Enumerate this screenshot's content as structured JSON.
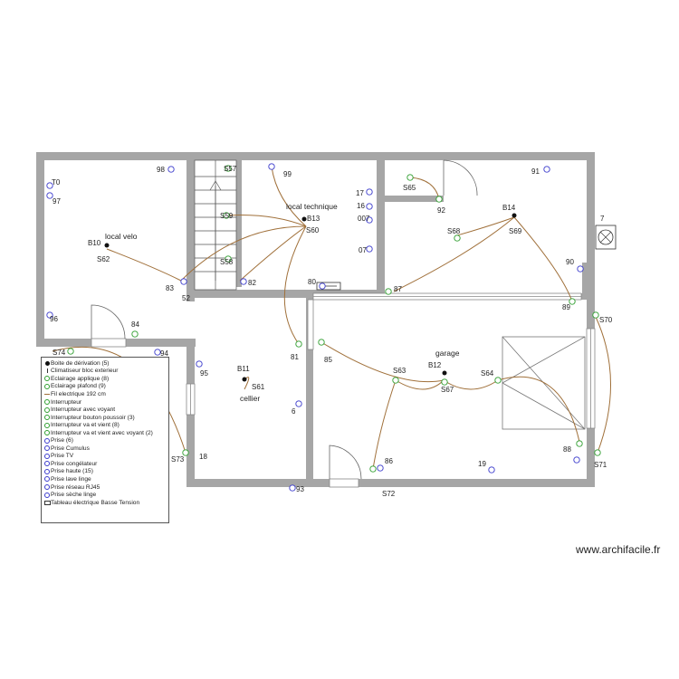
{
  "rooms": {
    "local_velo": "local velo",
    "local_technique": "local technique",
    "cellier": "cellier",
    "garage": "garage"
  },
  "labels": [
    "T0",
    "97",
    "98",
    "S57",
    "99",
    "17",
    "16",
    "007",
    "07",
    "S65",
    "92",
    "91",
    "B14",
    "S69",
    "S68",
    "7",
    "90",
    "B10",
    "S62",
    "83",
    "52",
    "84",
    "96",
    "S74",
    "94",
    "95",
    "B11",
    "S61",
    "6",
    "S59",
    "S58",
    "82",
    "80",
    "B13",
    "S60",
    "87",
    "89",
    "S70",
    "81",
    "85",
    "S63",
    "B12",
    "S67",
    "S64",
    "18",
    "S73",
    "93",
    "86",
    "S72",
    "19",
    "88",
    "S71"
  ],
  "legend": [
    {
      "icon": "boite",
      "text": "Boite de dérivation (5)"
    },
    {
      "icon": "clim",
      "text": "Climatiseur bloc exterieur"
    },
    {
      "icon": "applique",
      "text": "Eclairage applique (8)"
    },
    {
      "icon": "plafond",
      "text": "Eclairage plafond (9)"
    },
    {
      "icon": "fil",
      "text": "Fil electrique 192 cm"
    },
    {
      "icon": "inter",
      "text": "Interrupteur"
    },
    {
      "icon": "inter",
      "text": "Interrupteur avec voyant"
    },
    {
      "icon": "inter",
      "text": "Interrupteur bouton poussoir (3)"
    },
    {
      "icon": "inter",
      "text": "Interrupteur va et vient (8)"
    },
    {
      "icon": "inter",
      "text": "Interrupteur va et vient avec voyant (2)"
    },
    {
      "icon": "prise",
      "text": "Prise (6)"
    },
    {
      "icon": "prise",
      "text": "Prise Cumulus"
    },
    {
      "icon": "prise",
      "text": "Prise TV"
    },
    {
      "icon": "prise",
      "text": "Prise congélateur"
    },
    {
      "icon": "prise",
      "text": "Prise haute (15)"
    },
    {
      "icon": "prise",
      "text": "Prise lave linge"
    },
    {
      "icon": "prise",
      "text": "Prise réseau RJ45"
    },
    {
      "icon": "prise",
      "text": "Prise sèche linge"
    },
    {
      "icon": "tableau",
      "text": "Tableau électrique Basse Tension"
    }
  ],
  "site": "www.archifacile.fr",
  "colors": {
    "wall": "#a6a6a6",
    "wire": "#a0703a",
    "prise": "#3a3acc",
    "switch": "#2e9e2e",
    "light": "#2e9e2e"
  }
}
